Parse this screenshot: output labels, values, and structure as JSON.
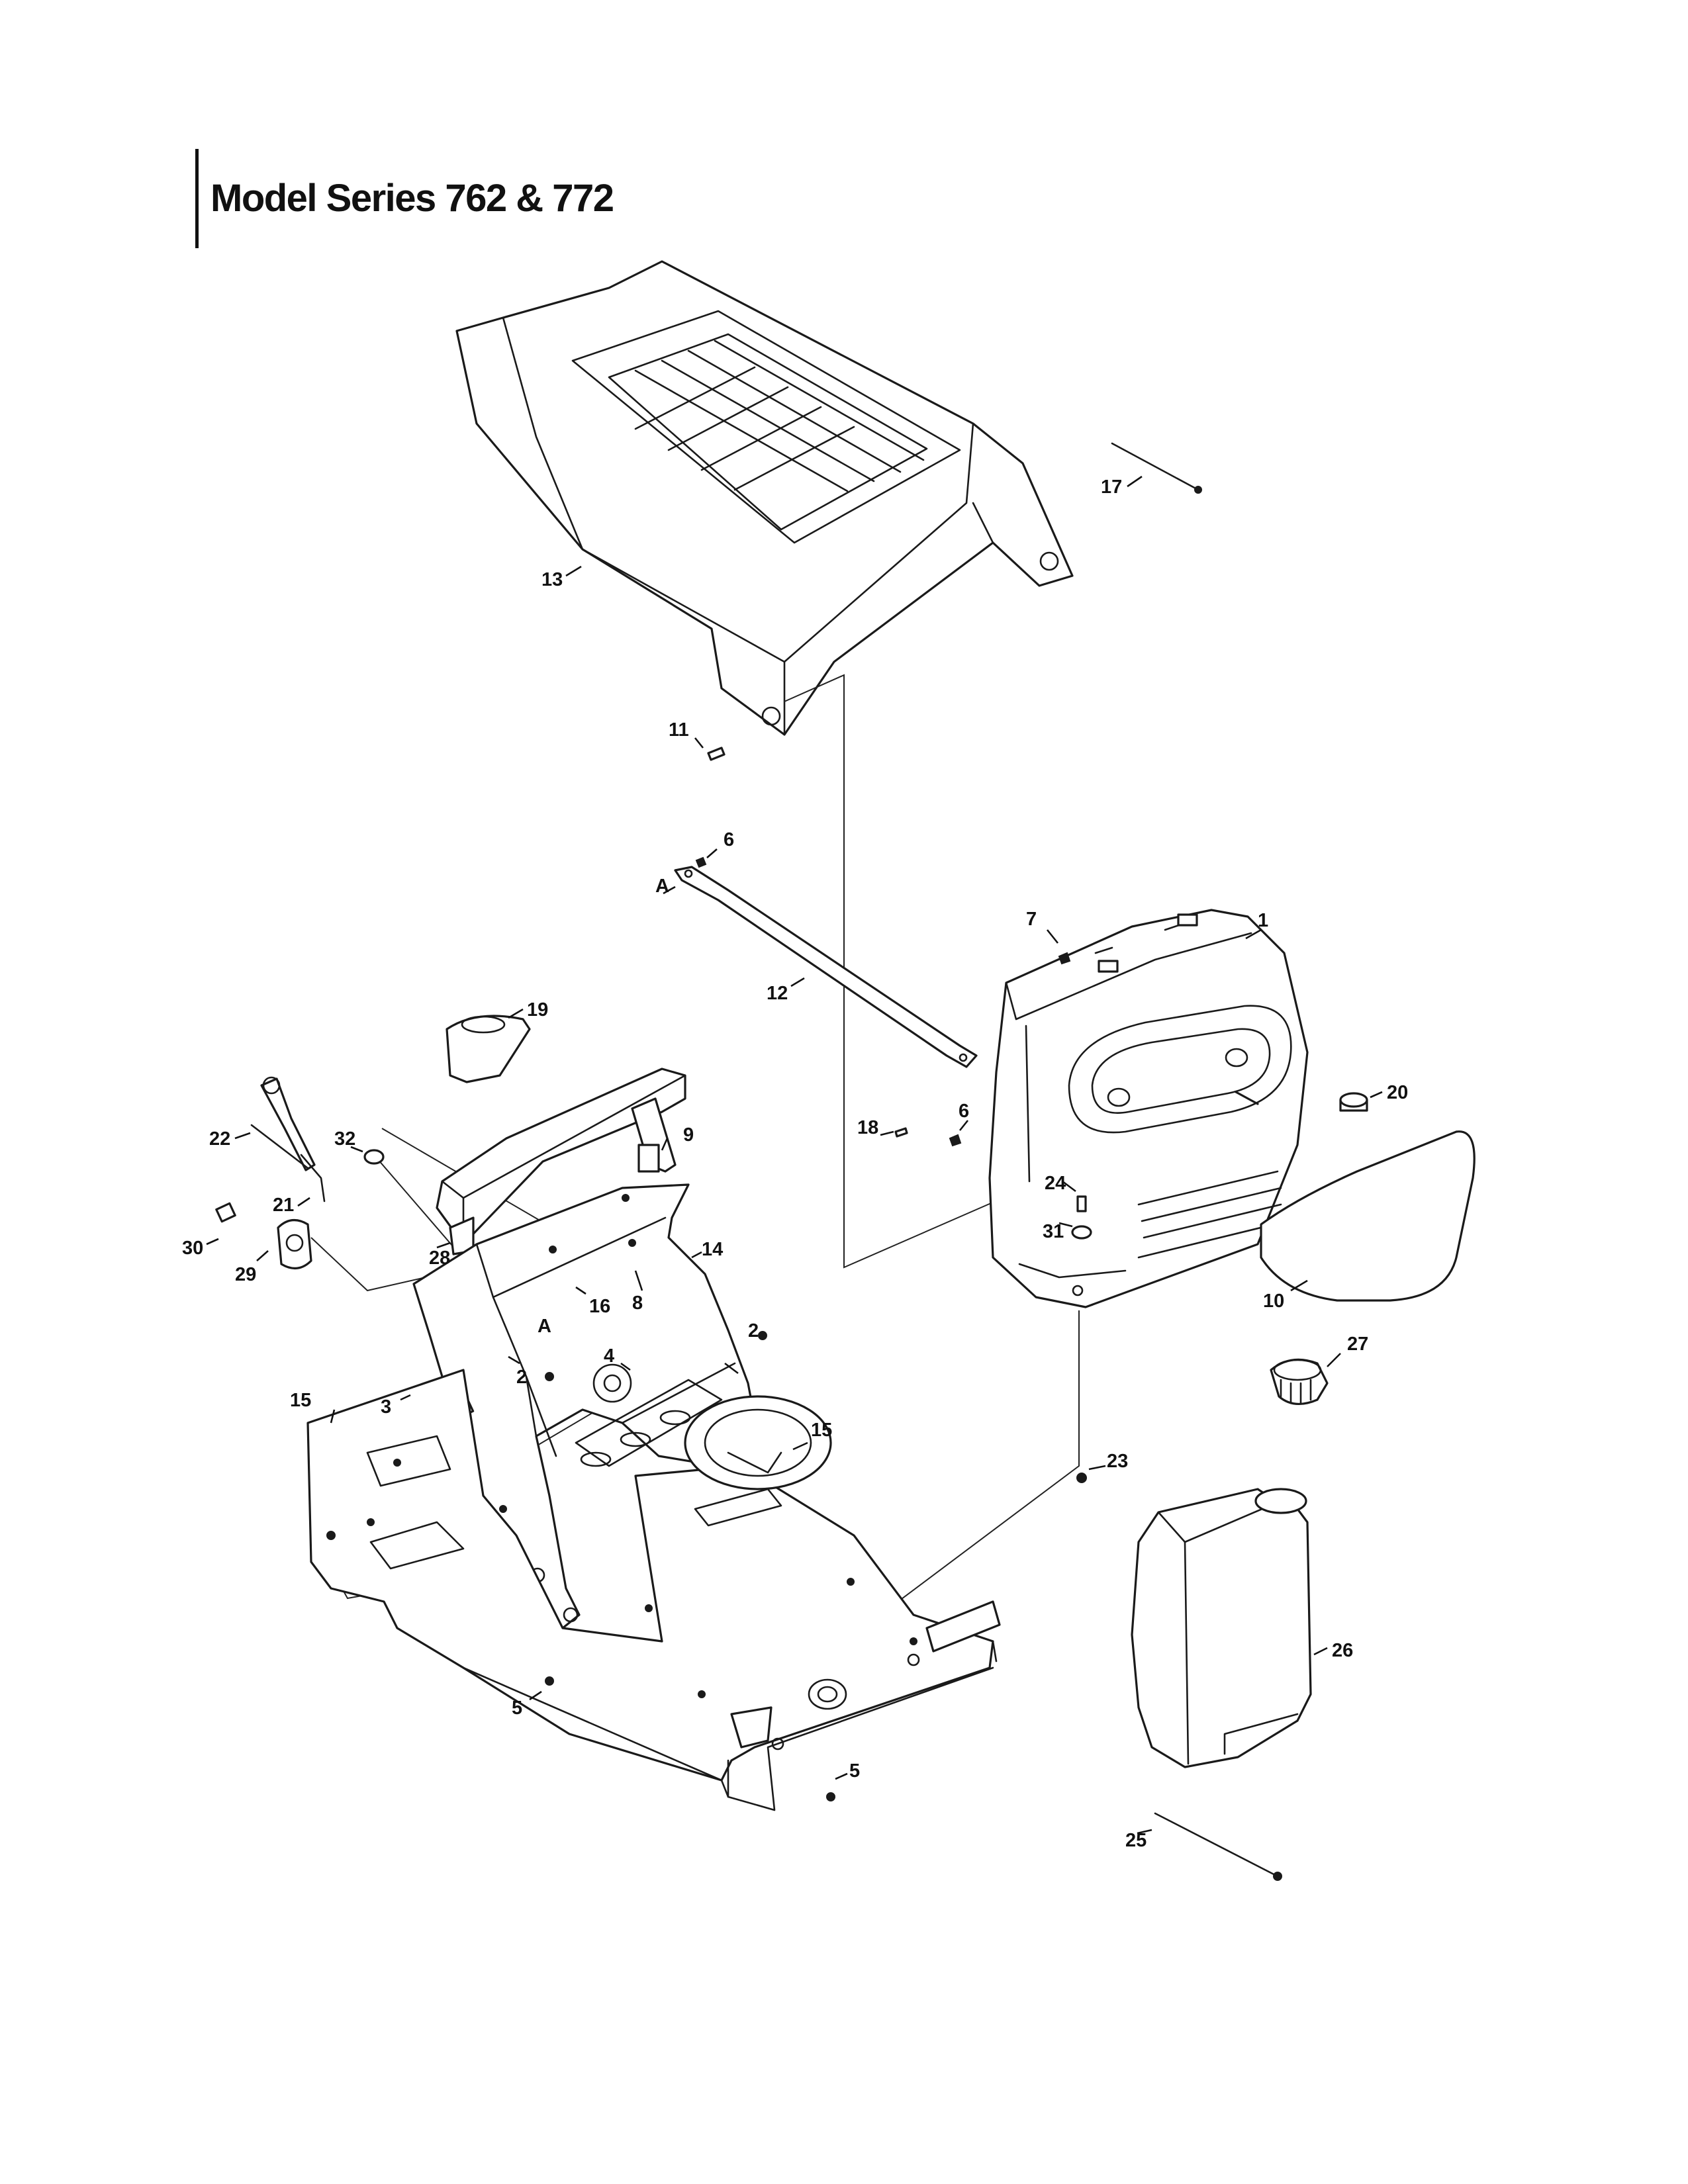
{
  "title": "Model Series 762 & 772",
  "callouts": [
    "1",
    "2",
    "2",
    "3",
    "4",
    "5",
    "5",
    "6",
    "6",
    "7",
    "8",
    "9",
    "10",
    "11",
    "12",
    "13",
    "14",
    "15",
    "15",
    "16",
    "17",
    "18",
    "19",
    "20",
    "21",
    "22",
    "23",
    "24",
    "25",
    "26",
    "27",
    "28",
    "29",
    "30",
    "31",
    "32",
    "A",
    "A"
  ]
}
